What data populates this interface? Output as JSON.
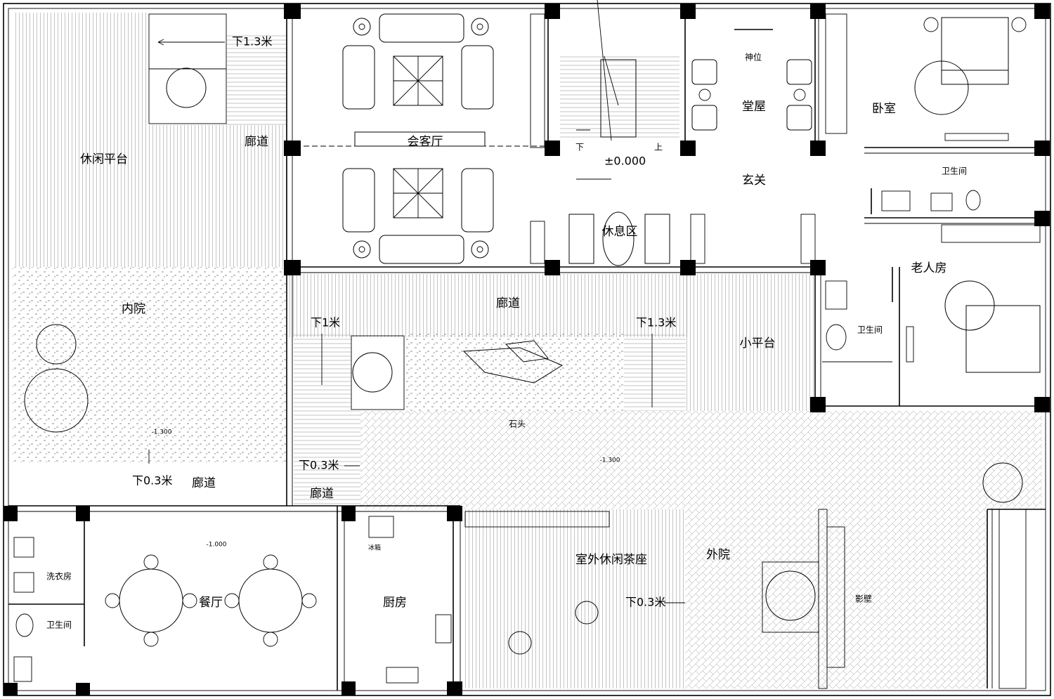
{
  "rooms": {
    "leisure_terrace": "休闲平台",
    "corridor_top": "廊道",
    "reception_hall": "会客厅",
    "main_hall": "堂屋",
    "shrine": "神位",
    "bedroom": "卧室",
    "bathroom_top": "卫生间",
    "foyer": "玄关",
    "lounge": "休息区",
    "inner_courtyard": "内院",
    "corridor_middle": "廊道",
    "small_platform": "小平台",
    "elder_room": "老人房",
    "bathroom_elder": "卫生间",
    "corridor_left": "廊道",
    "corridor_small": "廊道",
    "laundry": "洗衣房",
    "bathroom_left": "卫生间",
    "dining": "餐厅",
    "kitchen": "厨房",
    "fridge": "冰箱",
    "tea_area": "室外休闲茶座",
    "outer_courtyard": "外院",
    "screen_wall": "影壁",
    "stone": "石头"
  },
  "elevations": {
    "e1": "下1.3米",
    "e2": "下1米",
    "e3": "下1.3米",
    "e4": "下0.3米",
    "e5": "下0.3米",
    "e6": "下0.3米",
    "zero": "±0.000",
    "stair_down": "下",
    "stair_up": "上",
    "lvl1": "-1.300",
    "lvl2": "-1.300",
    "lvl3": "-1.000"
  }
}
